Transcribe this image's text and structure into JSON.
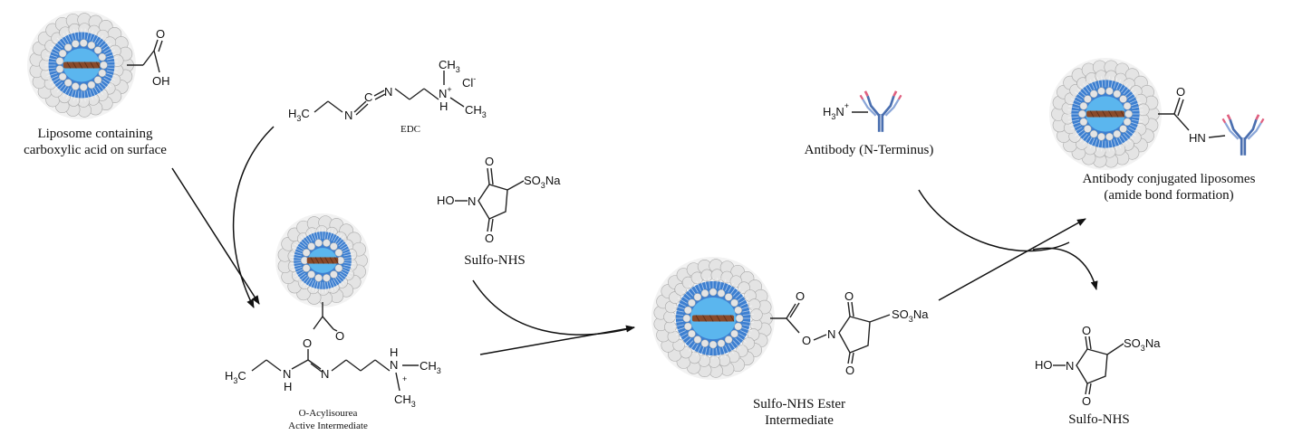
{
  "labels": {
    "liposome_cooh": [
      "Liposome containing",
      "carboxylic acid on surface"
    ],
    "edc": "EDC",
    "sulfo_nhs_reagent": "Sulfo-NHS",
    "acylisourea": [
      "O-Acylisourea",
      "Active Intermediate"
    ],
    "ester": [
      "Sulfo-NHS Ester",
      "Intermediate"
    ],
    "antibody": "Antibody (N-Terminus)",
    "product": [
      "Antibody conjugated liposomes",
      "(amide bond formation)"
    ],
    "sulfo_nhs_released": "Sulfo-NHS"
  },
  "chem": {
    "oh": "OH",
    "o": "O",
    "n": "N",
    "h": "H",
    "c": "C",
    "h3c": "H",
    "ch3": "CH",
    "three": "3",
    "plus": "+",
    "cl": "Cl",
    "minus": "-",
    "so3na_a": "SO",
    "so3na_b": "Na",
    "ho": "HO",
    "hn": "HN",
    "h3n": "H",
    "nplus": "N"
  },
  "colors": {
    "lipid_head": "#e4e4e4",
    "lipid_head_stroke": "#a8a8a8",
    "bilayer_tail": "#3d7fd0",
    "core": "#5bb6ee",
    "drug": "#8a4a2a",
    "antibody": "#4a6fb0",
    "antibody_tip": "#e06080"
  }
}
